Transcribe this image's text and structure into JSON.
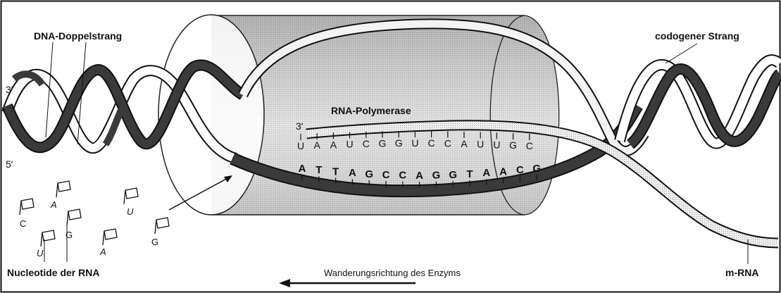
{
  "labels": {
    "dna_double_strand": "DNA-Doppelstrang",
    "codogenic_strand": "codogener Strang",
    "rna_polymerase": "RNA-Polymerase",
    "nucleotides": "Nucleotide der RNA",
    "direction": "Wanderungsrichtung des Enzyms",
    "mrna": "m-RNA",
    "end_3_left": "3′",
    "end_5_left": "5′",
    "end_3_rna": "3′"
  },
  "rna_bases": [
    "U",
    "A",
    "A",
    "U",
    "C",
    "G",
    "G",
    "U",
    "C",
    "C",
    "A",
    "U",
    "U",
    "G",
    "C"
  ],
  "dna_bases": [
    "A",
    "T",
    "T",
    "A",
    "G",
    "C",
    "C",
    "A",
    "G",
    "G",
    "T",
    "A",
    "A",
    "C",
    "G"
  ],
  "free_nucleotides": [
    "C",
    "A",
    "U",
    "G",
    "U",
    "A",
    "G"
  ],
  "colors": {
    "ink": "#111111",
    "dark_strand": "#3a3a3a",
    "rna_stipple": "#bdbdbd",
    "enzyme_shade": "#9a9a9a"
  }
}
